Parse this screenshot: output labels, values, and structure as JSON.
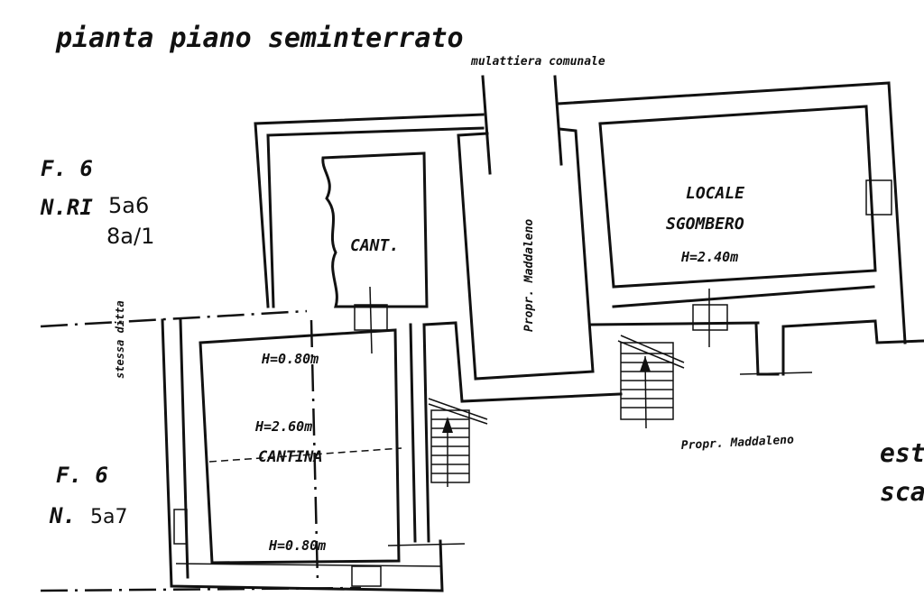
{
  "title": "pianta piano seminterrato",
  "road_label": "mulattiera comunale",
  "rooms": {
    "cant": "CANT.",
    "locale_line1": "LOCALE",
    "locale_line2": "SGOMBERO",
    "locale_height": "H=2.40m",
    "cantina": "CANTINA",
    "cantina_h_top": "H=0.80m",
    "cantina_h_mid": "H=2.60m",
    "cantina_h_bottom": "H=0.80m"
  },
  "owners": {
    "vertical": "Propr. Maddaleno",
    "horizontal": "Propr. Maddaleno",
    "stessa_ditta": "stessa ditta"
  },
  "parcels": {
    "upper_sheet": "F. 6",
    "upper_prefix": "N.RI",
    "upper_num1": "5a6",
    "upper_num2": "8a/1",
    "lower_sheet": "F. 6",
    "lower_prefix": "N.",
    "lower_num": "5a7"
  },
  "right_text": {
    "line1": "est",
    "line2": "sca"
  }
}
